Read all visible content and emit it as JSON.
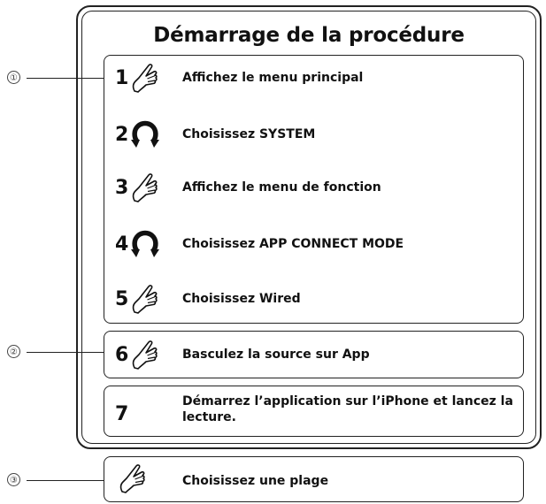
{
  "title": "Démarrage de la procédure",
  "callouts": [
    "①",
    "②",
    "③"
  ],
  "steps": [
    {
      "num": "1",
      "icon": "tap-hand-icon",
      "text": "Affichez le menu principal"
    },
    {
      "num": "2",
      "icon": "rotate-knob-icon",
      "text": "Choisissez SYSTEM"
    },
    {
      "num": "3",
      "icon": "tap-hand-icon",
      "text": "Affichez le menu de fonction"
    },
    {
      "num": "4",
      "icon": "rotate-knob-icon",
      "text": "Choisissez APP CONNECT MODE"
    },
    {
      "num": "5",
      "icon": "tap-hand-icon",
      "text": "Choisissez Wired"
    },
    {
      "num": "6",
      "icon": "tap-hand-icon",
      "text": "Basculez la source sur App"
    },
    {
      "num": "7",
      "icon": "",
      "text": "Démarrez l’application sur l’iPhone et lancez la lecture."
    }
  ],
  "final_step": {
    "icon": "tap-hand-icon",
    "text": "Choisissez une plage"
  }
}
